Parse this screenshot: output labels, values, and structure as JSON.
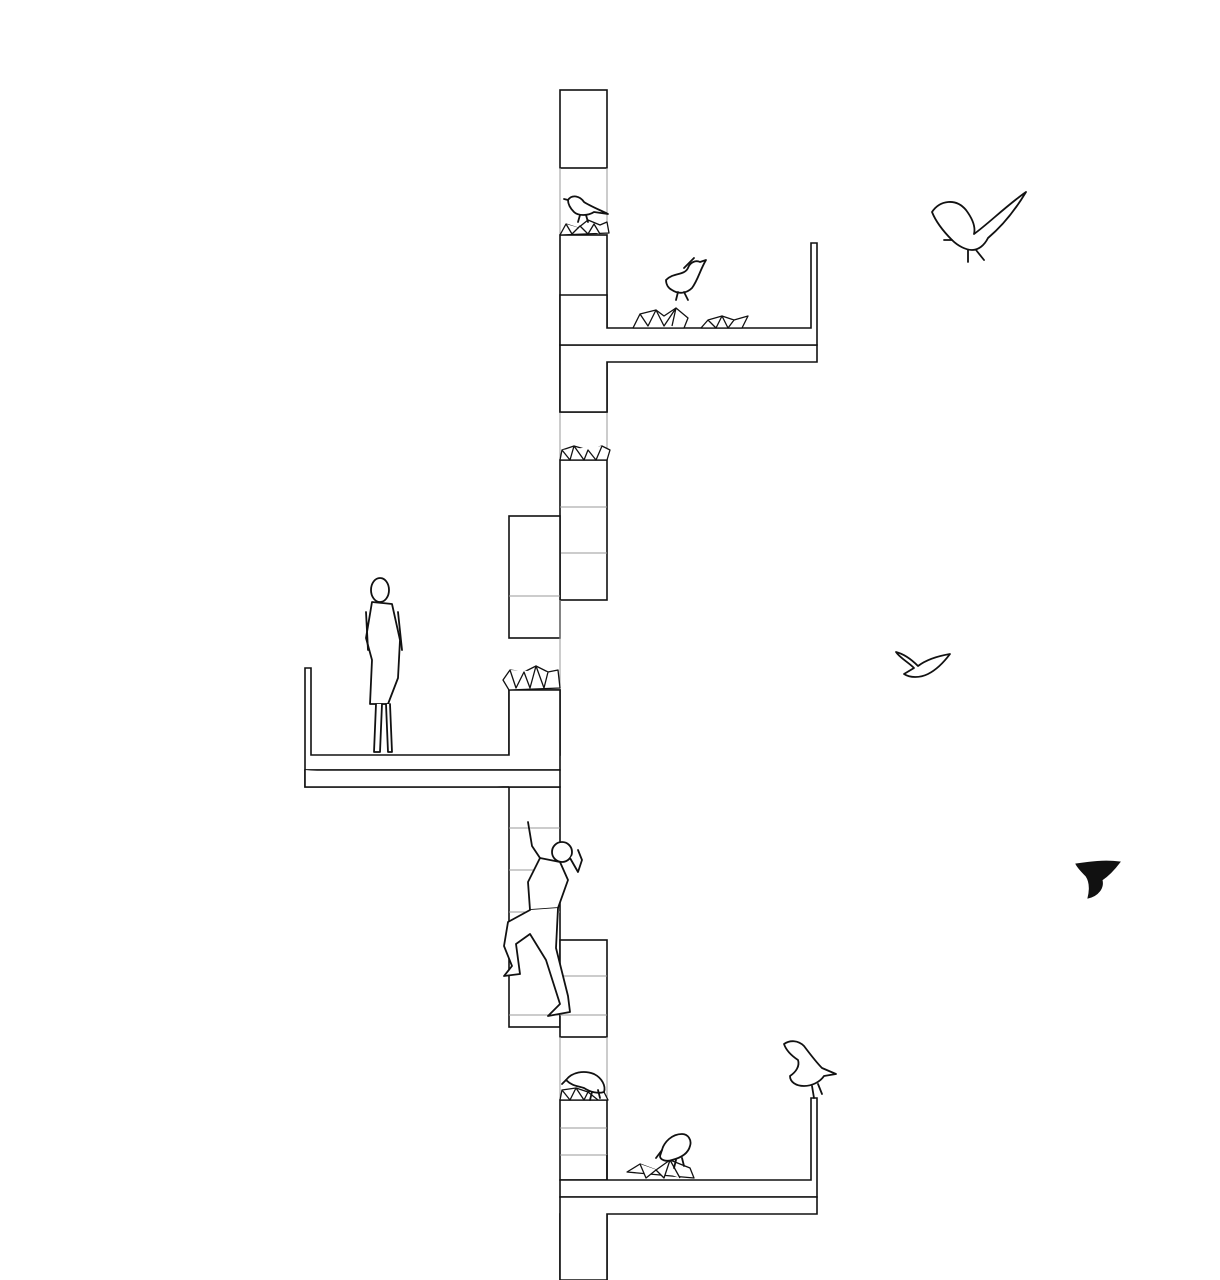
{
  "diagram": {
    "type": "architectural-section",
    "figures": {
      "people": [
        "standing-woman",
        "climbing-man"
      ],
      "birds": [
        "perched-bird",
        "hopping-bird",
        "flying-seagull-large",
        "flying-seagull-small",
        "silhouette-bird",
        "landing-bird",
        "pecking-bird",
        "grazing-bird"
      ],
      "nests": 7
    },
    "colors": {
      "line": "#111111",
      "background": "#ffffff",
      "joint": "#999999"
    }
  }
}
